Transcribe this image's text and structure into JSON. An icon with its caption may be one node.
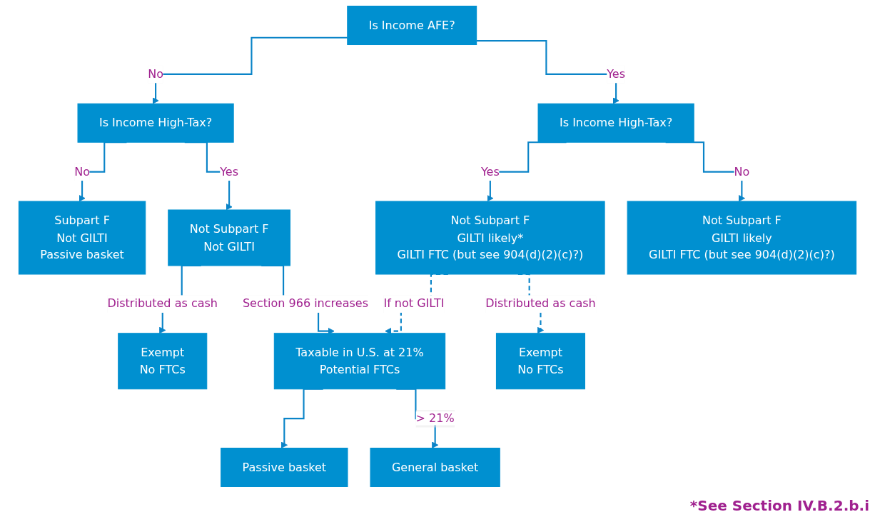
{
  "diagram": {
    "nodes": [
      {
        "text": [
          "Is Income AFE?"
        ]
      },
      {
        "text": [
          "Is Income High-Tax?"
        ]
      },
      {
        "text": [
          "Is Income High-Tax?"
        ]
      },
      {
        "text": [
          "Subpart F",
          "Not GILTI",
          "Passive basket"
        ]
      },
      {
        "text": [
          "Not Subpart F",
          "Not GILTI"
        ]
      },
      {
        "text": [
          "Not Subpart F",
          "GILTI likely*",
          "GILTI FTC (but see 904(d)(2)(c)?)"
        ]
      },
      {
        "text": [
          "Not Subpart F",
          "GILTI likely",
          "GILTI FTC (but see 904(d)(2)(c)?)"
        ]
      },
      {
        "text": [
          "Exempt",
          "No FTCs"
        ]
      },
      {
        "text": [
          "Taxable in U.S. at 21%",
          "Potential FTCs"
        ]
      },
      {
        "text": [
          "Exempt",
          "No FTCs"
        ]
      },
      {
        "text": [
          "Passive basket"
        ]
      },
      {
        "text": [
          "General basket"
        ]
      }
    ],
    "edges": [
      {
        "from": 0,
        "to": 1,
        "arrow": "to",
        "label": "No"
      },
      {
        "from": 0,
        "to": 2,
        "arrow": "to",
        "label": "Yes"
      },
      {
        "from": 1,
        "to": 3,
        "arrow": "to",
        "label": "No"
      },
      {
        "from": 1,
        "to": 4,
        "arrow": "to",
        "label": "Yes"
      },
      {
        "from": 2,
        "to": 5,
        "arrow": "to",
        "label": "Yes"
      },
      {
        "from": 2,
        "to": 6,
        "arrow": "to",
        "label": "No"
      },
      {
        "from": 4,
        "to": 7,
        "arrow": "to",
        "label": "Distributed as cash"
      },
      {
        "from": 4,
        "to": 8,
        "arrow": "to",
        "label": "Section 966 increases"
      },
      {
        "from": 5,
        "to": 8,
        "arrow": "to",
        "label": "If not GILTI",
        "style": "dashed"
      },
      {
        "from": 5,
        "to": 9,
        "arrow": "to",
        "label": "Distributed as cash",
        "style": "dashed"
      },
      {
        "from": 8,
        "to": 10,
        "arrow": "to"
      },
      {
        "from": 8,
        "to": 11,
        "arrow": "to",
        "label": "> 21%"
      }
    ],
    "labels": [
      "*See Section IV.B.2.b.i"
    ]
  }
}
